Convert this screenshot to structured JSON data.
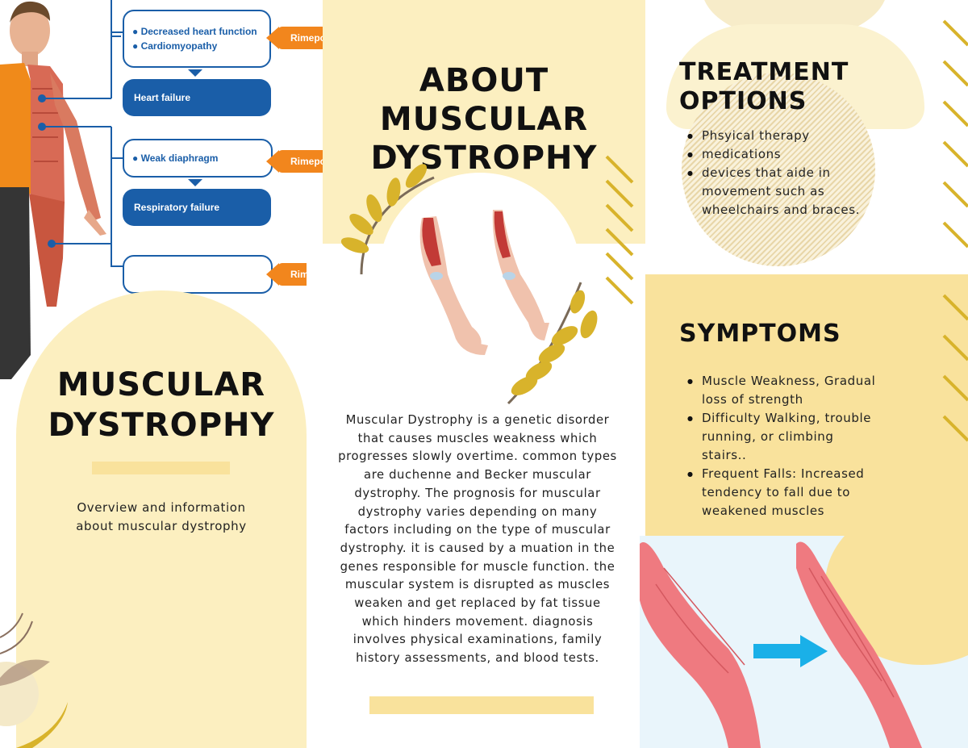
{
  "panel_left": {
    "diagram": {
      "box1_items": [
        "Decreased heart function",
        "Cardiomyopathy"
      ],
      "box1_result": "Heart failure",
      "box2_items": [
        "Weak diaphragm"
      ],
      "box2_result": "Respiratory failure",
      "tag_label": "Rimepo"
    },
    "title_line1": "MUSCULAR",
    "title_line2": "DYSTROPHY",
    "subtitle": "Overview and information about muscular dystrophy"
  },
  "panel_middle": {
    "title_line1": "ABOUT",
    "title_line2": "MUSCULAR",
    "title_line3": "DYSTROPHY",
    "body": "Muscular Dystrophy is a genetic disorder that causes muscles weakness which progresses slowly overtime. common types are duchenne and Becker muscular dystrophy. The prognosis for muscular dystrophy varies depending on many factors including on the type of muscular dystrophy. it is caused by a muation in the genes responsible for muscle function. the muscular system is disrupted as muscles weaken and get replaced by fat tissue which hinders movement. diagnosis involves physical examinations, family history assessments, and blood tests."
  },
  "panel_right": {
    "treatment_title_line1": "TREATMENT",
    "treatment_title_line2": "OPTIONS",
    "treatment_items": [
      "Phsyical therapy",
      "medications",
      "devices that aide in movement such as wheelchairs and braces."
    ],
    "symptoms_title": "SYMPTOMS",
    "symptom_items": [
      "Muscle Weakness, Gradual loss of strength",
      "Difficulty Walking, trouble running, or climbing stairs..",
      "Frequent Falls: Increased tendency to fall due to weakened muscles"
    ]
  },
  "colors": {
    "pale_yellow": "#fcefc0",
    "light_yellow": "#fbf2cf",
    "gold": "#f9e29c",
    "mustard": "#d8b32b",
    "blue": "#1a5ea8",
    "orange": "#f2861d",
    "arrow_blue": "#1ab0e8",
    "muscle_pink": "#ef7a80"
  },
  "icons": [
    "wheat-branch-icon",
    "arrow-right-icon",
    "muscle-illustration",
    "arm-muscle-illustration",
    "boy-anatomy-photo"
  ]
}
